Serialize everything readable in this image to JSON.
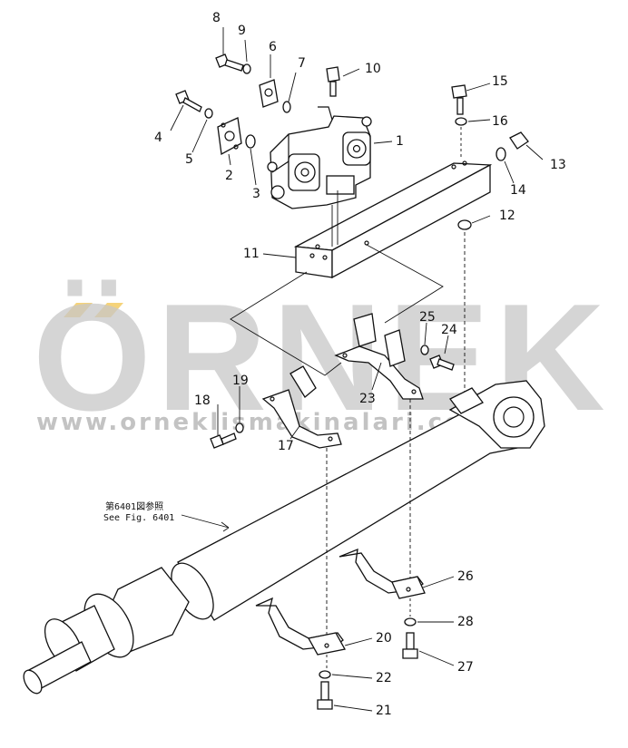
{
  "watermark": {
    "brand": "ÖRNEK",
    "url": "www.orneklismakinalari.com.tr",
    "accent_color": "#f5d37a",
    "text_color": "#c8c8c8"
  },
  "reference_note": {
    "line1": "第6401図参照",
    "line2": "See Fig. 6401"
  },
  "callouts": [
    {
      "id": "1",
      "text": "1"
    },
    {
      "id": "2",
      "text": "2"
    },
    {
      "id": "3",
      "text": "3"
    },
    {
      "id": "4",
      "text": "4"
    },
    {
      "id": "5",
      "text": "5"
    },
    {
      "id": "6",
      "text": "6"
    },
    {
      "id": "7",
      "text": "7"
    },
    {
      "id": "8",
      "text": "8"
    },
    {
      "id": "9",
      "text": "9"
    },
    {
      "id": "10",
      "text": "10"
    },
    {
      "id": "11",
      "text": "11"
    },
    {
      "id": "12",
      "text": "12"
    },
    {
      "id": "13",
      "text": "13"
    },
    {
      "id": "14",
      "text": "14"
    },
    {
      "id": "15",
      "text": "15"
    },
    {
      "id": "16",
      "text": "16"
    },
    {
      "id": "17",
      "text": "17"
    },
    {
      "id": "18",
      "text": "18"
    },
    {
      "id": "19",
      "text": "19"
    },
    {
      "id": "20",
      "text": "20"
    },
    {
      "id": "21",
      "text": "21"
    },
    {
      "id": "22",
      "text": "22"
    },
    {
      "id": "23",
      "text": "23"
    },
    {
      "id": "24",
      "text": "24"
    },
    {
      "id": "25",
      "text": "25"
    },
    {
      "id": "26",
      "text": "26"
    },
    {
      "id": "27",
      "text": "27"
    },
    {
      "id": "28",
      "text": "28"
    }
  ]
}
